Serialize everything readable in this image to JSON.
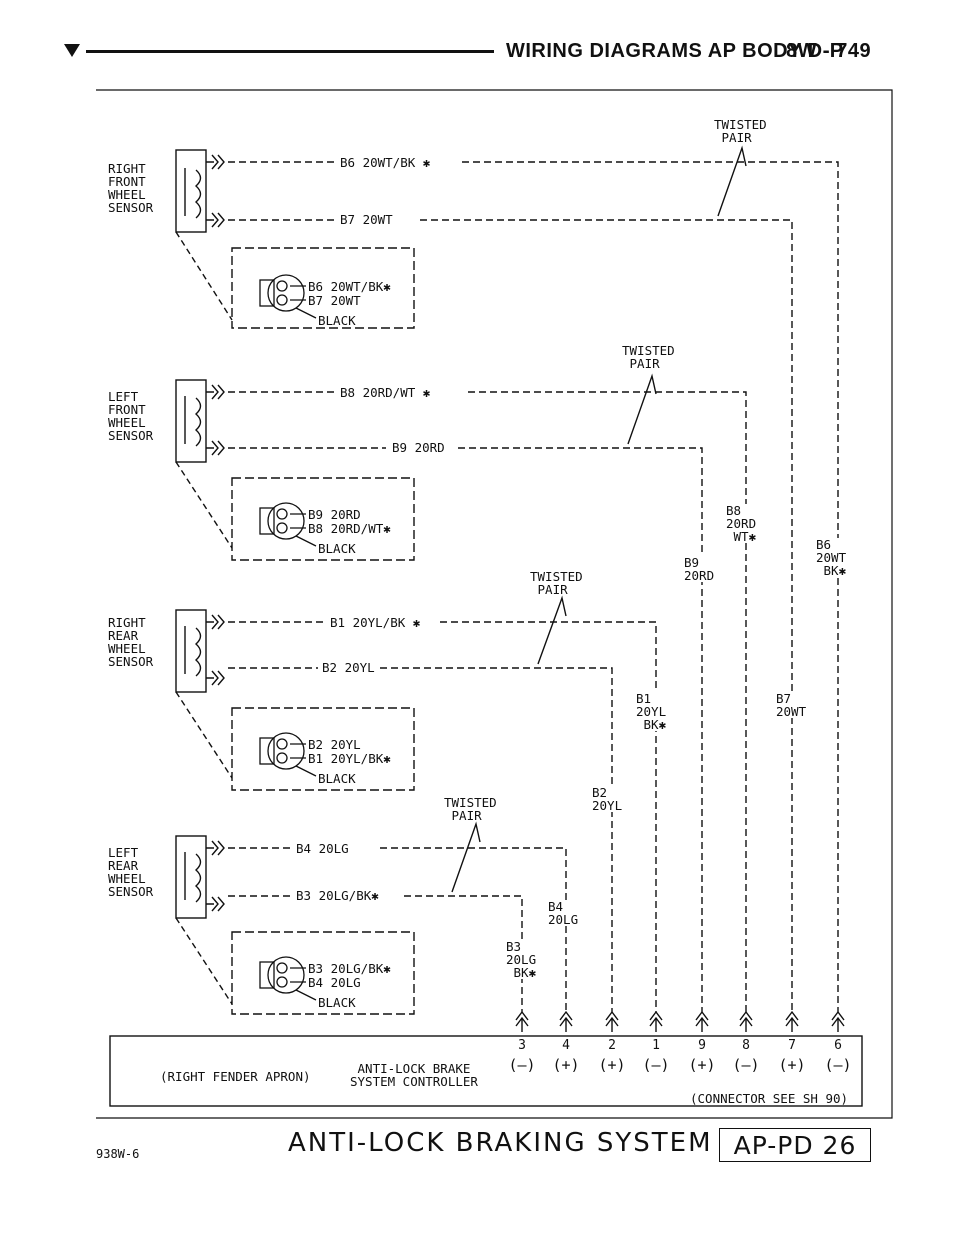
{
  "header": {
    "title": "WIRING DIAGRAMS AP BODY D-P",
    "page": "8W - 749"
  },
  "sensors": [
    {
      "name": "RIGHT\nFRONT\nWHEEL\nSENSOR",
      "wire_top": "B6 20WT/BK ✱",
      "wire_bot": "B7 20WT",
      "conn_lines": [
        "B6 20WT/BK✱",
        "B7 20WT",
        "BLACK"
      ],
      "twisted": "TWISTED\n PAIR"
    },
    {
      "name": "LEFT\nFRONT\nWHEEL\nSENSOR",
      "wire_top": "B8 20RD/WT ✱",
      "wire_bot": "B9 20RD",
      "conn_lines": [
        "B9 20RD",
        "B8 20RD/WT✱",
        "BLACK"
      ],
      "twisted": "TWISTED\n PAIR"
    },
    {
      "name": "RIGHT\nREAR\nWHEEL\nSENSOR",
      "wire_top": "B1 20YL/BK ✱",
      "wire_bot": "B2 20YL",
      "conn_lines": [
        "B2 20YL",
        "B1 20YL/BK✱",
        "BLACK"
      ],
      "twisted": "TWISTED\n PAIR"
    },
    {
      "name": "LEFT\nREAR\nWHEEL\nSENSOR",
      "wire_top": "B4 20LG",
      "wire_bot": "B3 20LG/BK✱",
      "conn_lines": [
        "B3 20LG/BK✱",
        "B4 20LG",
        "BLACK"
      ],
      "twisted": "TWISTED\n PAIR"
    }
  ],
  "vertical_labels": {
    "b8": "B8\n20RD\n WT✱",
    "b9": "B9\n20RD",
    "b6": "B6\n20WT\n BK✱",
    "b1": "B1\n20YL\n BK✱",
    "b7": "B7\n20WT",
    "b2": "B2\n20YL",
    "b4": "B4\n20LG",
    "b3": "B3\n20LG\n BK✱"
  },
  "controller": {
    "pins": [
      {
        "num": "3",
        "pol": "(–)"
      },
      {
        "num": "4",
        "pol": "(+)"
      },
      {
        "num": "2",
        "pol": "(+)"
      },
      {
        "num": "1",
        "pol": "(–)"
      },
      {
        "num": "9",
        "pol": "(+)"
      },
      {
        "num": "8",
        "pol": "(–)"
      },
      {
        "num": "7",
        "pol": "(+)"
      },
      {
        "num": "6",
        "pol": "(–)"
      }
    ],
    "location": "(RIGHT FENDER APRON)",
    "name": "ANTI-LOCK BRAKE\nSYSTEM CONTROLLER",
    "connector_note": "(CONNECTOR SEE SH 90)"
  },
  "footer": {
    "code": "938W-6",
    "title": "ANTI-LOCK BRAKING SYSTEM",
    "ref": "AP-PD 26"
  }
}
